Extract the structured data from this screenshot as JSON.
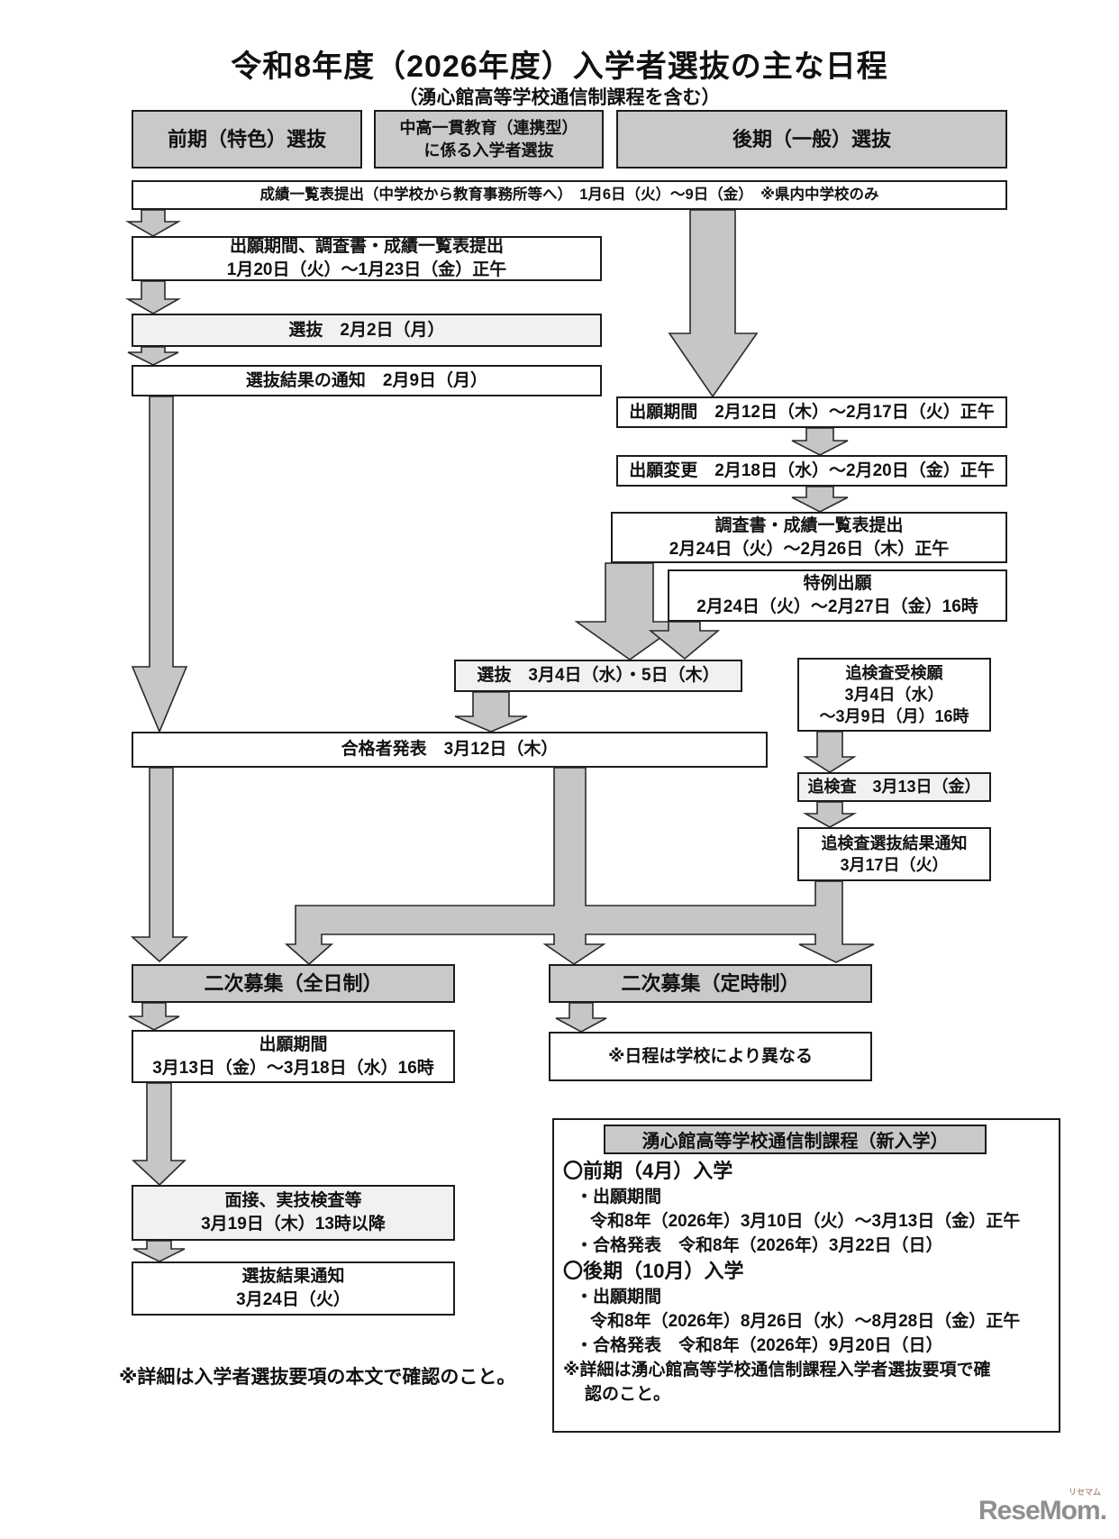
{
  "title": "令和8年度（2026年度）入学者選抜の主な日程",
  "subtitle": "（湧心館高等学校通信制課程を含む）",
  "headers": {
    "zenki": "前期（特色）選抜",
    "chuko_line1": "中高一貫教育（連携型）",
    "chuko_line2": "に係る入学者選抜",
    "koki": "後期（一般）選抜"
  },
  "steps": {
    "seiseki_ichiran": "成績一覧表提出（中学校から教育事務所等へ）　1月6日（火）～9日（金）　※県内中学校のみ",
    "zenki_shutsugan_line1": "出願期間、調査書・成績一覧表提出",
    "zenki_shutsugan_line2": "1月20日（火）～1月23日（金）正午",
    "zenki_senbatsu": "選抜　2月2日（月）",
    "zenki_kekka": "選抜結果の通知　2月9日（月）",
    "koki_shutsugan": "出願期間　2月12日（木）～2月17日（火）正午",
    "koki_henko": "出願変更　2月18日（水）～2月20日（金）正午",
    "koki_chosasho_line1": "調査書・成績一覧表提出",
    "koki_chosasho_line2": "2月24日（火）～2月26日（木）正午",
    "tokurei_line1": "特例出願",
    "tokurei_line2": "2月24日（火）～2月27日（金）16時",
    "koki_senbatsu": "選抜　3月4日（水）・5日（木）",
    "tsuikensa_negai_line1": "追検査受検願",
    "tsuikensa_negai_line2": "3月4日（水）",
    "tsuikensa_negai_line3": "～3月9日（月）16時",
    "gokaku_happyo": "合格者発表　3月12日（木）",
    "tsuikensa": "追検査　3月13日（金）",
    "tsuikensa_kekka_line1": "追検査選抜結果通知",
    "tsuikensa_kekka_line2": "3月17日（火）",
    "niji_zennichi": "二次募集（全日制）",
    "niji_teiji": "二次募集（定時制）",
    "niji_shutsugan_line1": "出願期間",
    "niji_shutsugan_line2": "3月13日（金）～3月18日（水）16時",
    "teiji_note": "※日程は学校により異なる",
    "mensetsu_line1": "面接、実技検査等",
    "mensetsu_line2": "3月19日（木）13時以降",
    "niji_kekka_line1": "選抜結果通知",
    "niji_kekka_line2": "3月24日（火）"
  },
  "footnote_left": "※詳細は入学者選抜要項の本文で確認のこと。",
  "tsushin": {
    "header": "湧心館高等学校通信制課程（新入学）",
    "lines": [
      "〇前期（4月）入学",
      "・出願期間",
      "令和8年（2026年）3月10日（火）～3月13日（金）正午",
      "・合格発表　令和8年（2026年）3月22日（日）",
      "〇後期（10月）入学",
      "・出願期間",
      "令和8年（2026年）8月26日（水）～8月28日（金）正午",
      "・合格発表　令和8年（2026年）9月20日（日）",
      "※詳細は湧心館高等学校通信制課程入学者選抜要項で確",
      "認のこと。"
    ]
  },
  "logo": {
    "text": "ReseMom.",
    "ruby": "リセマム"
  }
}
